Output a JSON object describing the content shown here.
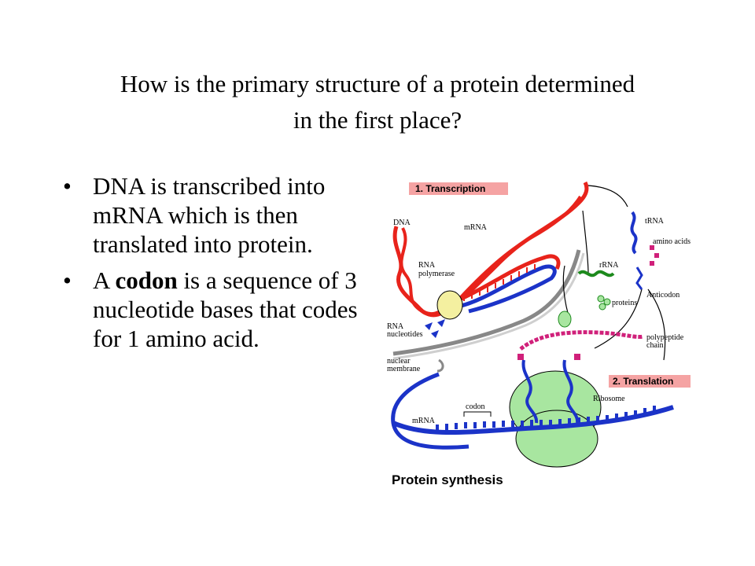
{
  "slide": {
    "title_line1": "How is the primary structure of a protein determined",
    "title_line2": "in the first place?",
    "bullets": [
      {
        "text": "DNA is transcribed into mRNA which is then translated into protein."
      },
      {
        "before": "A ",
        "bold": "codon",
        "after": " is a sequence of 3 nucleotide bases that codes for 1 amino acid."
      }
    ],
    "bullet_glyph": "•"
  },
  "figure": {
    "caption": "Protein synthesis",
    "stage1": "1. Transcription",
    "stage2": "2. Translation",
    "labels": {
      "dna": "DNA",
      "mrna_top": "mRNA",
      "rna_polymerase_1": "RNA",
      "rna_polymerase_2": "polymerase",
      "rna_nucleotides_1": "RNA",
      "rna_nucleotides_2": "nucleotides",
      "nuclear_membrane_1": "nuclear",
      "nuclear_membrane_2": "membrane",
      "trna": "tRNA",
      "amino_acids": "amino acids",
      "rrna": "rRNA",
      "proteins": "proteins",
      "anticodon": "Anticodon",
      "polypeptide_1": "polypeptide",
      "polypeptide_2": "chain",
      "ribosome": "Ribosome",
      "codon": "codon",
      "mrna_bottom": "mRNA"
    },
    "colors": {
      "dna": "#e8231b",
      "rna": "#1b33c8",
      "label_box": "#f5a3a3",
      "ribosome": "#a8e6a0",
      "polymerase": "#f4f0a0",
      "amino_acid": "#d0207a",
      "rrna": "#1d8a1d"
    }
  }
}
